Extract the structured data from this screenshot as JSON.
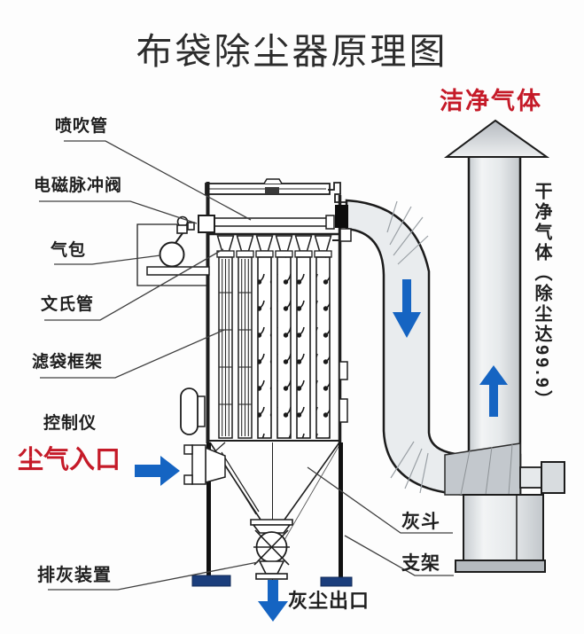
{
  "title": "布袋除尘器原理图",
  "labels": {
    "blow_pipe": "喷吹管",
    "pulse_valve": "电磁脉冲阀",
    "air_bag": "气包",
    "venturi": "文氏管",
    "filter_bag_frame": "滤袋框架",
    "controller": "控制仪",
    "dusty_gas_inlet": "尘气入口",
    "ash_discharge": "排灰装置",
    "ash_hopper": "灰斗",
    "support_frame": "支架",
    "dust_outlet": "灰尘出口",
    "clean_gas": "洁净气体",
    "clean_gas_note": "干净气体（除尘达99.9）"
  },
  "icons": {
    "inlet_arrow": "arrow-right",
    "duct_flow_arrow": "arrow-down",
    "stack_flow_arrow": "arrow-up",
    "dust_outlet_arrow": "arrow-down"
  },
  "colors": {
    "label_black": "#1f1f1f",
    "label_red": "#c51a28",
    "arrow_blue": "#1564c2",
    "foot_navy": "#1b3e7c",
    "line": "#1e1e1e"
  }
}
